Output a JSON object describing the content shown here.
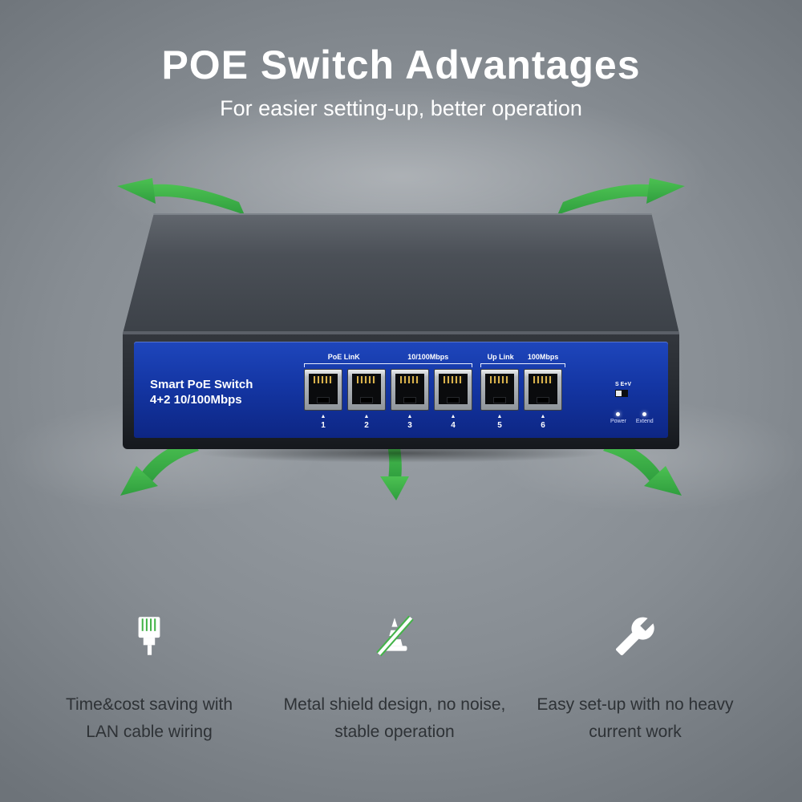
{
  "header": {
    "title": "POE Switch Advantages",
    "subtitle": "For easier setting-up, better operation"
  },
  "device": {
    "name_line1": "Smart PoE Switch",
    "name_line2": "4+2 10/100Mbps",
    "port_arrow": "▲",
    "poe_group": {
      "label": "PoE LinK",
      "speed": "10/100Mbps",
      "port_numbers": [
        "1",
        "2",
        "3",
        "4"
      ]
    },
    "uplink_group": {
      "label": "Up Link",
      "speed": "100Mbps",
      "port_numbers": [
        "5",
        "6"
      ]
    },
    "dip_switch_label": "S E+V",
    "leds": [
      {
        "label": "Power"
      },
      {
        "label": "Extend"
      }
    ]
  },
  "features": [
    {
      "icon": "lan-connector-icon",
      "line1": "Time&cost saving with",
      "line2": "LAN cable wiring"
    },
    {
      "icon": "no-noise-icon",
      "line1": "Metal shield design, no noise,",
      "line2": "stable operation"
    },
    {
      "icon": "wrench-icon",
      "line1": "Easy set-up with no heavy",
      "line2": "current work"
    }
  ],
  "colors": {
    "arrow_green": "#3cb44a",
    "icon_green": "#44b349",
    "panel_blue": "#1436a4",
    "background_gray": "#878d93"
  }
}
